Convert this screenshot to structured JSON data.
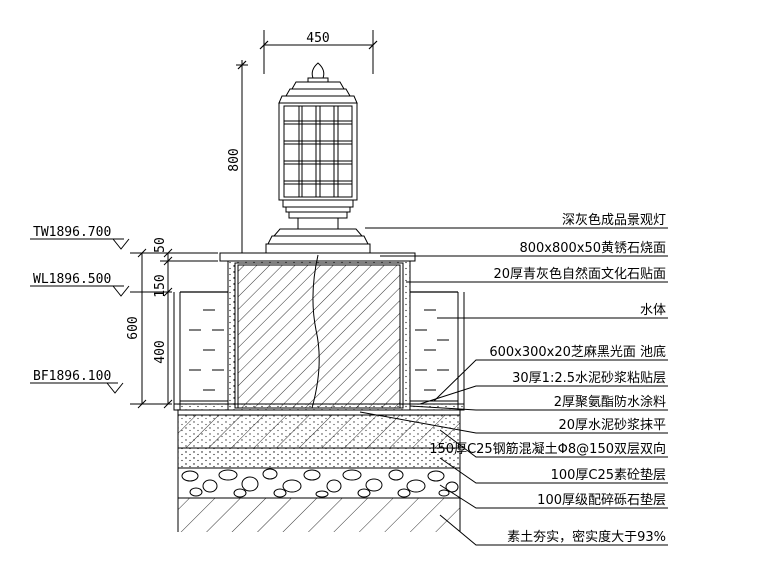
{
  "dimensions": {
    "top_width": "450",
    "lamp_height": "800",
    "cap": "50",
    "wall": "150",
    "total": "600",
    "below_water": "400"
  },
  "levels": {
    "tw": "TW1896.700",
    "wl": "WL1896.500",
    "bf": "BF1896.100"
  },
  "callouts": [
    "深灰色成品景观灯",
    "800x800x50黄锈石烧面",
    "20厚青灰色自然面文化石贴面",
    "水体",
    "600x300x20芝麻黑光面 池底",
    "30厚1:2.5水泥砂浆粘贴层",
    "2厚聚氨酯防水涂料",
    "20厚水泥砂浆抹平",
    "150厚C25钢筋混凝土Φ8@150双层双向",
    "100厚C25素砼垫层",
    "100厚级配碎砾石垫层",
    "素土夯实，密实度大于93%"
  ]
}
